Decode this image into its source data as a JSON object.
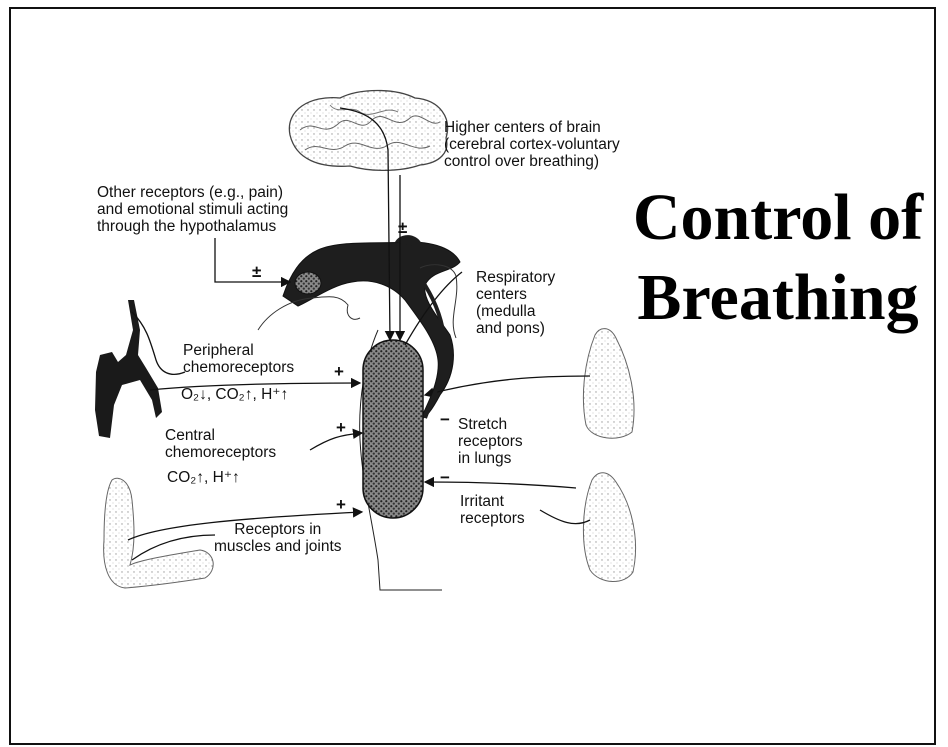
{
  "slide": {
    "title_line1": "Control of",
    "title_line2": "Breathing"
  },
  "labels": {
    "higher_centers": [
      "Higher centers of brain",
      "(cerebral cortex-voluntary",
      "control over breathing)"
    ],
    "other_receptors": [
      "Other receptors (e.g., pain)",
      "and emotional stimuli acting",
      "through the hypothalamus"
    ],
    "respiratory_centers": [
      "Respiratory",
      "centers",
      "(medulla",
      "and pons)"
    ],
    "peripheral": [
      "Peripheral",
      "chemoreceptors"
    ],
    "peripheral_chem": "O₂↓, CO₂↑, H⁺↑",
    "central": [
      "Central",
      "chemoreceptors"
    ],
    "central_chem": "CO₂↑, H⁺↑",
    "stretch": [
      "Stretch",
      "receptors",
      "in lungs"
    ],
    "irritant": [
      "Irritant",
      "receptors"
    ],
    "muscles": [
      "Receptors in",
      "muscles and joints"
    ]
  },
  "signs": {
    "brain": "±",
    "hypothalamus": "±",
    "peripheral": "+",
    "central": "+",
    "muscles": "+",
    "stretch": "−",
    "irritant": "−"
  },
  "colors": {
    "ink": "#111111",
    "tissue_dark": "#222222",
    "tissue_stipple": "#555555"
  }
}
